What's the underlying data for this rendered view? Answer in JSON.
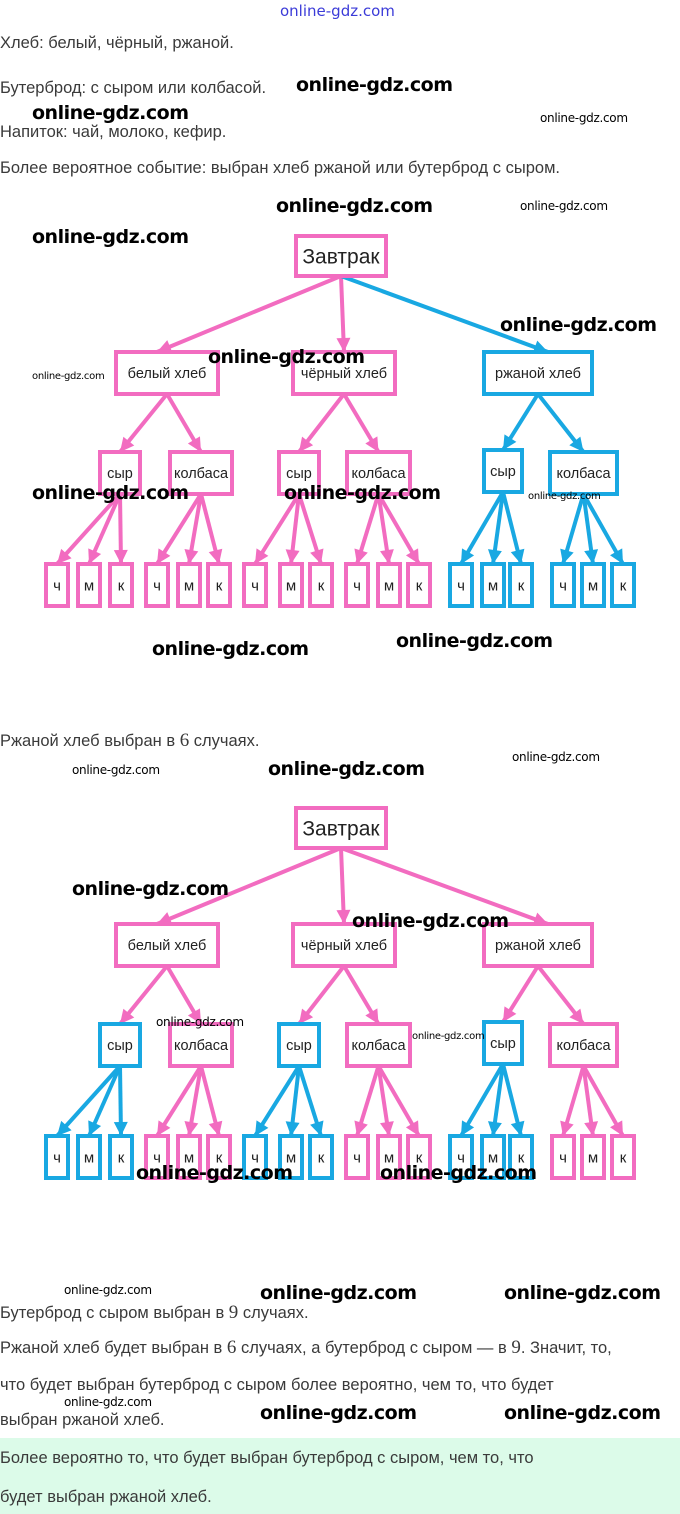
{
  "text": {
    "bread": "Хлеб: белый, чёрный, ржаной.",
    "sandwich": "Бутерброд: с сыром или колбасой.",
    "drink": "Напиток: чай, молоко, кефир.",
    "guess": "Более вероятное событие: выбран хлеб ржаной или бутерброд с сыром.",
    "rye_count_pre": "Ржаной хлеб выбран в ",
    "rye_count_num": "6",
    "rye_count_post": " случаях.",
    "cheese_count_pre": "Бутерброд с сыром выбран в ",
    "cheese_count_num": "9",
    "cheese_count_post": " случаях.",
    "concl_1a": "Ржаной хлеб будет выбран в ",
    "concl_1b": "6",
    "concl_1c": " случаях, а бутерброд с сыром — в ",
    "concl_1d": "9",
    "concl_1e": ". Значит, то,",
    "concl_2": "что будет выбран бутерброд с сыром более вероятно, чем то, что будет",
    "concl_3": "выбран ржаной хлеб.",
    "answer_1": "Более вероятно то, что будет выбран бутерброд с сыром, чем то, что",
    "answer_2": "будет выбран ржаной хлеб."
  },
  "tree": {
    "root": "Завтрак",
    "breads": [
      "белый хлеб",
      "чёрный хлеб",
      "ржаной хлеб"
    ],
    "fillings": [
      "сыр",
      "колбаса"
    ],
    "drinks": [
      "ч",
      "м",
      "к"
    ]
  },
  "trees": [
    {
      "name": "rye-highlight-tree",
      "highlight": "rye-bread"
    },
    {
      "name": "cheese-highlight-tree",
      "highlight": "cheese"
    }
  ],
  "colors": {
    "pink": "#f26cc0",
    "blue": "#19a8e2",
    "answer_bg": "#dcfbe9"
  },
  "watermark": "online-gdz.com"
}
